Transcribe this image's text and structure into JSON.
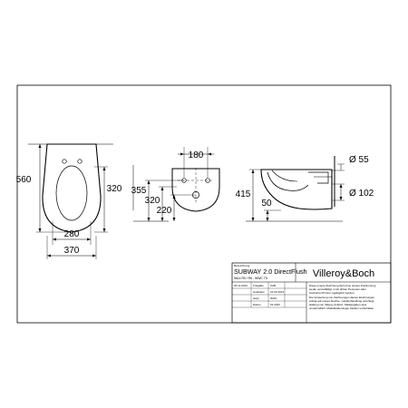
{
  "front_view": {
    "height": "560",
    "bowl_height": "320",
    "fixing_width": "280",
    "overall_width": "370"
  },
  "back_view": {
    "bolt_spacing": "180",
    "upper": "355",
    "middle": "320",
    "lower": "220"
  },
  "side_view": {
    "height": "415",
    "offset": "50",
    "pipe_small": "Ø 55",
    "pipe_large": "Ø 102"
  },
  "title_block": {
    "label": "Bezeichnung",
    "product": "SUBWAY 2.0 DirectFlush",
    "codes": "5614 R0 / R6 - WWC TS",
    "brand": "Villeroy&Boch",
    "notes": [
      "Diese unsere Zeichnung darf ohne unsere Zustimmung",
      "weder vervielfältigt, noch dritten Personen oder",
      "Konkurrenzfirmen zugänglich werden.",
      "Die Verwertung von Zeichnungen dieses Zeichnungen",
      "erfolgt auf unsere Rechte, zuwiderhandlung unterliegt",
      "Haftung von Villeroy & Boch. Maßangaben sind",
      "unverbindlich. Modelländerungen bleiben vorbehalten."
    ],
    "rows": [
      {
        "date": "26.11.2013",
        "field": "Freigabe",
        "sign": "KAB",
        "date2": ""
      },
      {
        "date": "",
        "field": "Geändert",
        "sign": "",
        "date2": "21.02.2013"
      },
      {
        "date": "",
        "field": "Gepr.",
        "sign": "WHS",
        "date2": ""
      },
      {
        "date": "",
        "field": "Datum",
        "sign": "",
        "date2": "01.2013"
      }
    ]
  }
}
